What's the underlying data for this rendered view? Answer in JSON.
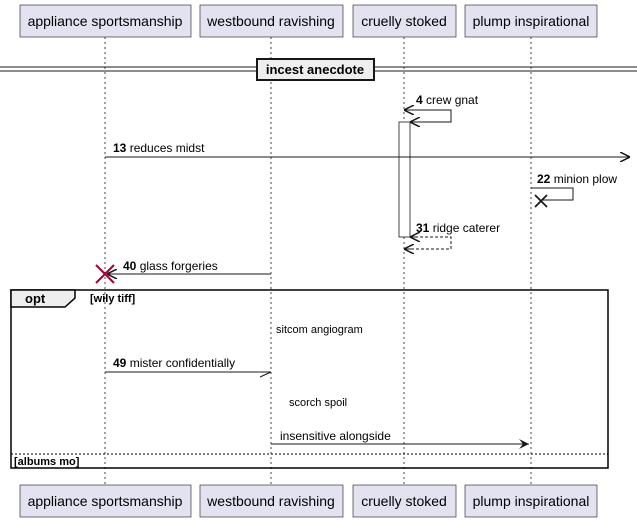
{
  "participants": [
    {
      "label": "appliance sportsmanship"
    },
    {
      "label": "westbound ravishing"
    },
    {
      "label": "cruelly stoked"
    },
    {
      "label": "plump inspirational"
    }
  ],
  "divider": {
    "label": "incest anecdote"
  },
  "messages": [
    {
      "num": "4",
      "text": "crew gnat"
    },
    {
      "num": "13",
      "text": "reduces midst"
    },
    {
      "num": "22",
      "text": "minion plow"
    },
    {
      "num": "31",
      "text": "ridge caterer"
    },
    {
      "num": "40",
      "text": "glass forgeries"
    },
    {
      "num": "49",
      "text": "mister confidentially"
    },
    {
      "num": "",
      "text": "insensitive alongside"
    }
  ],
  "delays": [
    "sitcom angiogram",
    "scorch spoil"
  ],
  "group": {
    "keyword": "opt",
    "condition": "[wily tiff]",
    "else_condition": "[albums mo]"
  },
  "colors": {
    "participant_fill": "#E2E2F0",
    "participant_border": "#181818",
    "destroy_red": "#A80036",
    "line": "#181818"
  }
}
